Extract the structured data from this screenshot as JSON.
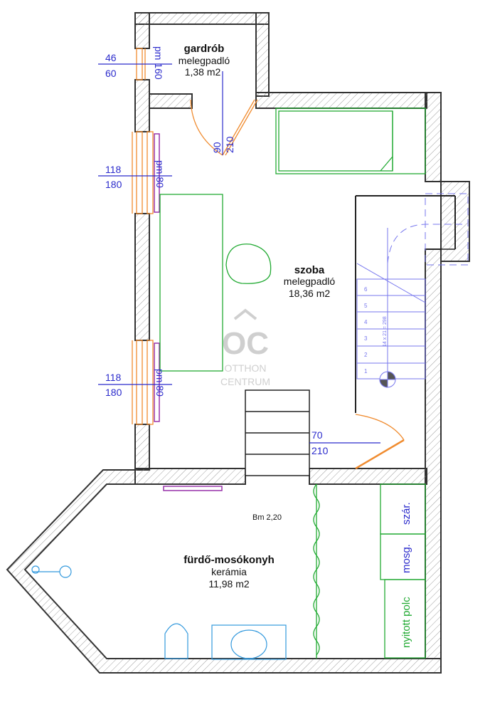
{
  "rooms": [
    {
      "name": "gardrób",
      "floor": "melegpadló",
      "area": "1,38 m2"
    },
    {
      "name": "szoba",
      "floor": "melegpadló",
      "area": "18,36 m2"
    },
    {
      "name": "fürdő-mosókonyh",
      "floor": "kerámia",
      "area": "11,98 m2"
    }
  ],
  "windows": [
    {
      "width": "46",
      "height": "60",
      "parapet": "pm 160"
    },
    {
      "width": "118",
      "height": "180",
      "parapet": "pm 80"
    },
    {
      "width": "118",
      "height": "180",
      "parapet": "pm 80"
    }
  ],
  "doors": [
    {
      "width": "90",
      "height": "210"
    },
    {
      "width": "70",
      "height": "210"
    }
  ],
  "bath_sill": "Bm 2,20",
  "furniture": {
    "dryer": "szár.",
    "washer": "mosg.",
    "shelf": "nyitott polc"
  },
  "stairs": {
    "steps": [
      "1",
      "2",
      "3",
      "4",
      "5",
      "6"
    ],
    "formula": "14 x 21 = 298"
  },
  "watermark": {
    "line1": "OTTHON",
    "line2": "CENTRUM",
    "logo": "ÔC"
  },
  "colors": {
    "wall": "#333333",
    "dim": "#2b2bcc",
    "furniture": "#22aa33",
    "window": "#f08c30",
    "radiator": "#9933aa",
    "stair": "#7777ee"
  }
}
